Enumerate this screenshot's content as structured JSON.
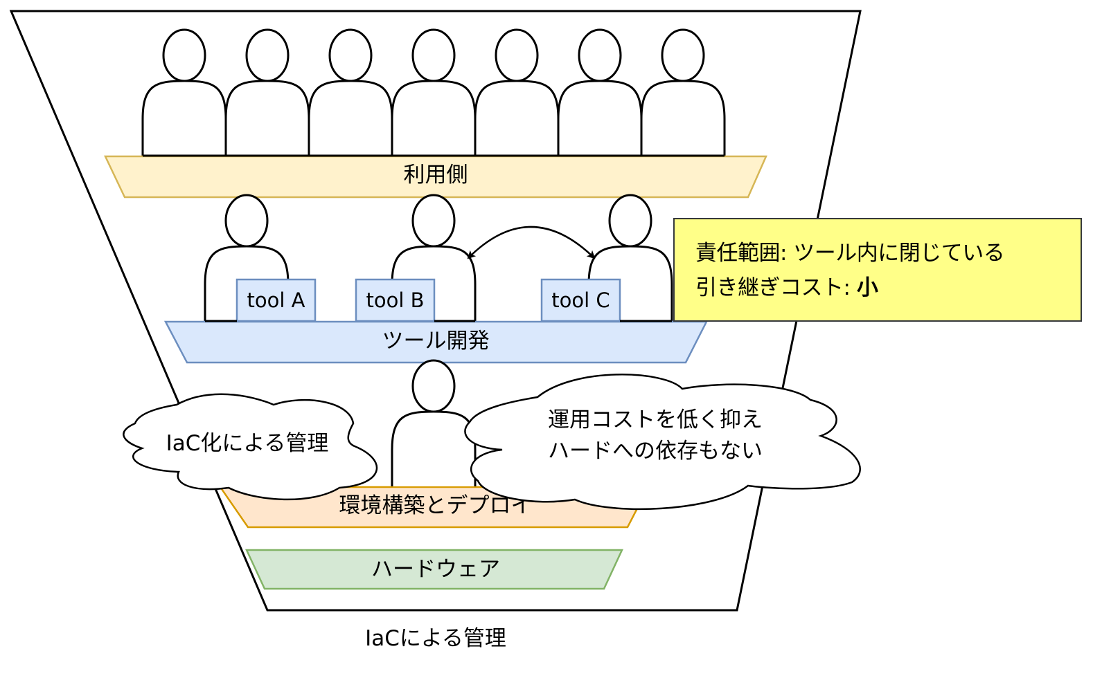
{
  "layers": {
    "users": {
      "label": "利用側",
      "fill": "#fff2cc",
      "stroke": "#d6b656",
      "people_count": 7
    },
    "tool_dev": {
      "label": "ツール開発",
      "fill": "#dae8fc",
      "stroke": "#6c8ebf",
      "people_count": 3
    },
    "env_deploy": {
      "label": "環境構築とデプロイ",
      "fill": "#ffe6cc",
      "stroke": "#d79b00",
      "people_count": 1
    },
    "hardware": {
      "label": "ハードウェア",
      "fill": "#d5e8d4",
      "stroke": "#82b366"
    }
  },
  "tools": [
    {
      "label": "tool A"
    },
    {
      "label": "tool B"
    },
    {
      "label": "tool C"
    }
  ],
  "note": {
    "line1": "責任範囲: ツール内に閉じている",
    "line2_prefix": "引き継ぎコスト: ",
    "line2_bold": "小",
    "fill": "#ffff88",
    "stroke": "#36393d"
  },
  "clouds": {
    "left": {
      "text": "IaC化による管理"
    },
    "right": {
      "line1": "運用コストを低く抑え",
      "line2": "ハードへの依存もない"
    }
  },
  "caption": "IaCによる管理",
  "connector": {
    "type": "bidirectional-arrow",
    "from": "tool-b-developer",
    "to": "tool-c-developer"
  }
}
